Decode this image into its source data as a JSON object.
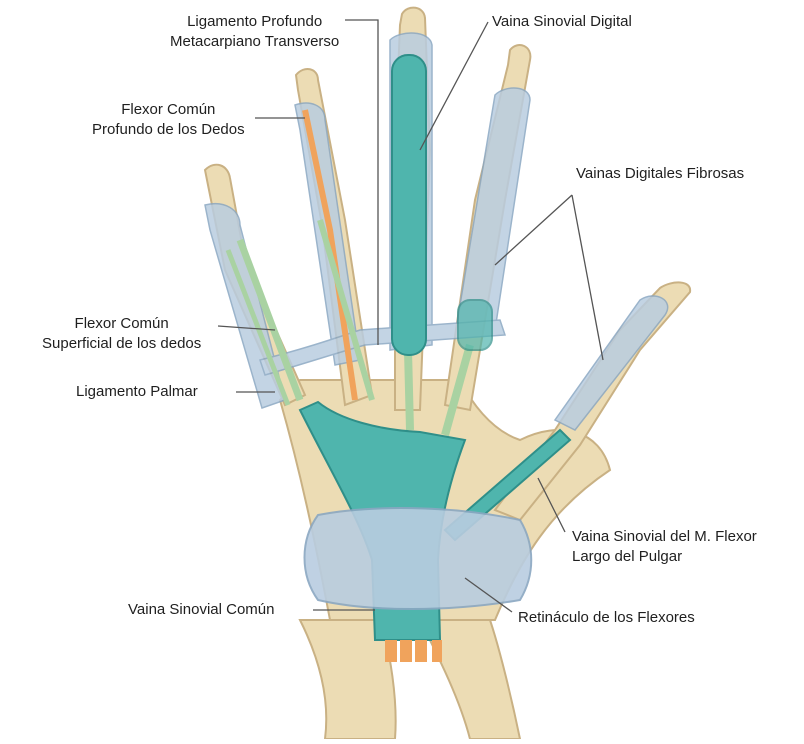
{
  "labels": {
    "lig_profundo": [
      "Ligamento Profundo",
      "Metacarpiano Transverso"
    ],
    "vaina_digital": "Vaina Sinovial Digital",
    "flexor_profundo": [
      "Flexor Común",
      "Profundo de los Dedos"
    ],
    "vainas_fibrosas": "Vainas Digitales Fibrosas",
    "flexor_superficial": [
      "Flexor Común",
      "Superficial de los dedos"
    ],
    "lig_palmar": "Ligamento Palmar",
    "vaina_flexor_largo": [
      "Vaina Sinovial del M. Flexor",
      "Largo del Pulgar"
    ],
    "vaina_comun": "Vaina Sinovial Común",
    "retinaculo": "Retináculo de los Flexores"
  },
  "colors": {
    "bone": "#ecdcb4",
    "bone_edge": "#c9b184",
    "synovial": "#4fb5ad",
    "synovial_dark": "#2f8f89",
    "fibrous": "#b9cde0",
    "tendon_green": "#a9d2a2",
    "tendon_orange": "#f0a35c",
    "leader": "#555555"
  }
}
